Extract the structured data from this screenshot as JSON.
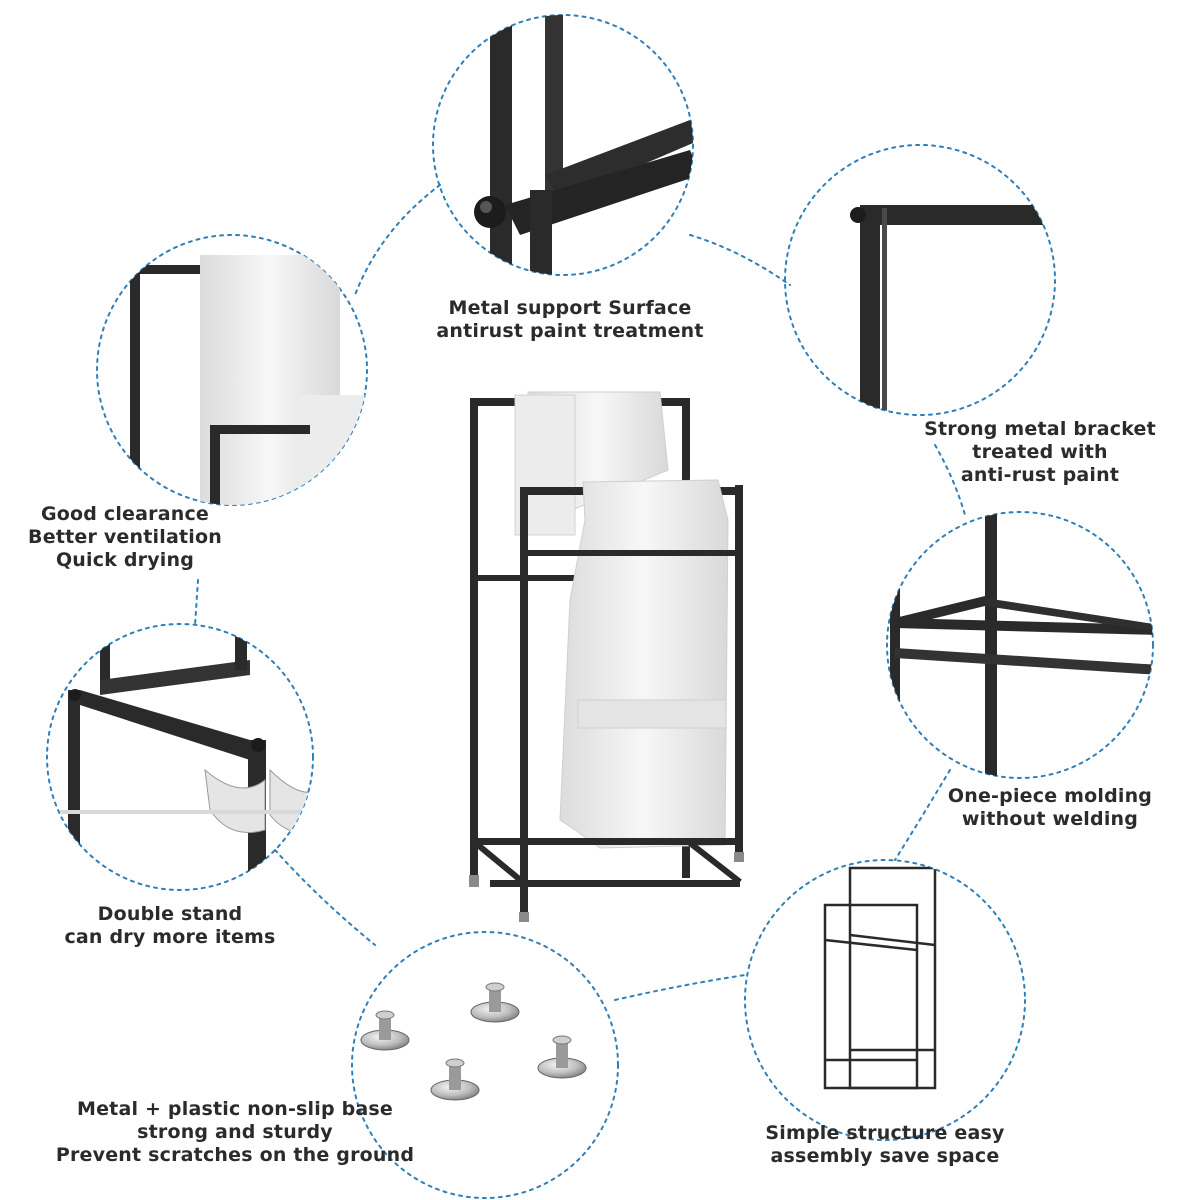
{
  "captions": {
    "top": [
      "Metal support Surface",
      "antirust paint treatment"
    ],
    "right": [
      "Strong metal bracket",
      "treated with",
      "anti-rust paint"
    ],
    "left": [
      "Good clearance",
      "Better ventilation",
      "Quick drying"
    ],
    "middle_right": [
      "One-piece molding",
      "without welding"
    ],
    "middle_left": [
      "Double stand",
      "can dry more items"
    ],
    "bottom_left": [
      "Metal + plastic non-slip base",
      "strong and sturdy",
      "Prevent scratches on the ground"
    ],
    "bottom_right": [
      "Simple structure easy",
      "assembly save space"
    ]
  },
  "colors": {
    "connector": "#2f7fb8",
    "frame": "#2a2a2a",
    "towel": "#f1f1f1",
    "text": "#2b2b2b"
  }
}
